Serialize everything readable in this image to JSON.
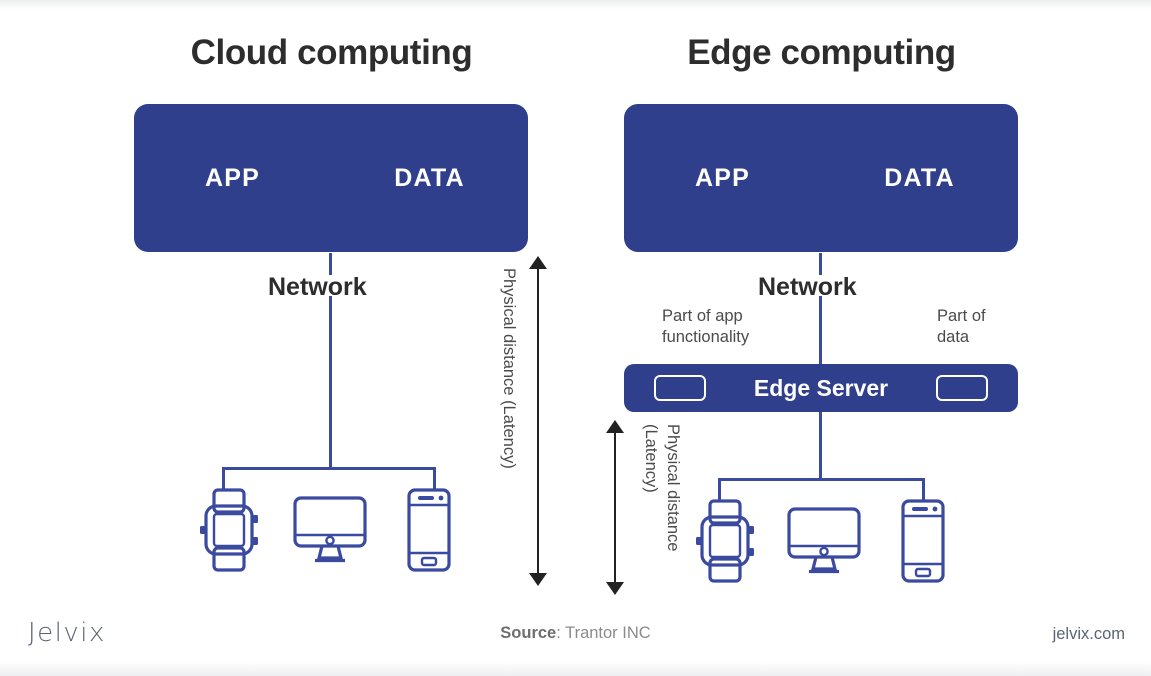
{
  "diagram": {
    "panels": [
      {
        "id": "cloud",
        "title": "Cloud computing",
        "cloud_box": {
          "app_label": "APP",
          "data_label": "DATA"
        },
        "network_label": "Network",
        "latency_label": "Physical distance (Latency)",
        "devices": [
          "smartwatch-icon",
          "desktop-monitor-icon",
          "smartphone-icon"
        ]
      },
      {
        "id": "edge",
        "title": "Edge computing",
        "cloud_box": {
          "app_label": "APP",
          "data_label": "DATA"
        },
        "network_label": "Network",
        "annotations": {
          "left": "Part of app\nfunctionality",
          "right": "Part of\ndata"
        },
        "edge_server": {
          "label": "Edge Server",
          "left_chip": "chip-block",
          "right_chip": "chip-block"
        },
        "latency_label": "Physical distance\n(Latency)",
        "devices": [
          "smartwatch-icon",
          "desktop-monitor-icon",
          "smartphone-icon"
        ]
      }
    ]
  },
  "footer": {
    "brand": "Jelvix",
    "source_prefix": "Source",
    "source_separator": ": ",
    "source_value": "Trantor INC",
    "website": "jelvix.com"
  },
  "colors": {
    "box_blue": "#2f3f8c",
    "line_blue": "#3a4a9f",
    "title_dark": "#2d2d2d",
    "annot_gray": "#4b4b4b",
    "arrow_black": "#222222",
    "background": "#ffffff"
  }
}
